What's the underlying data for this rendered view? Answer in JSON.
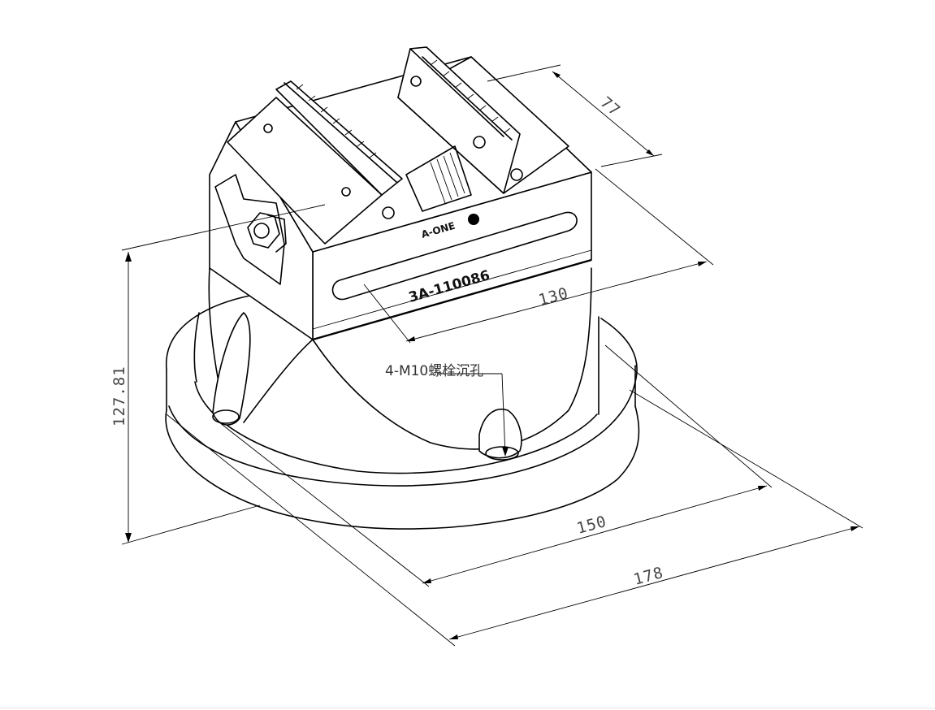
{
  "drawing": {
    "product_logo": "A-ONE",
    "model_engraving": "3A-110086",
    "dimensions": {
      "jaw_width": "77",
      "body_length": "130",
      "height": "127.81",
      "bolt_circle": "150",
      "base_diameter": "178"
    },
    "annotations": {
      "bolt_hole_note": "4-M10螺栓沉孔"
    }
  }
}
